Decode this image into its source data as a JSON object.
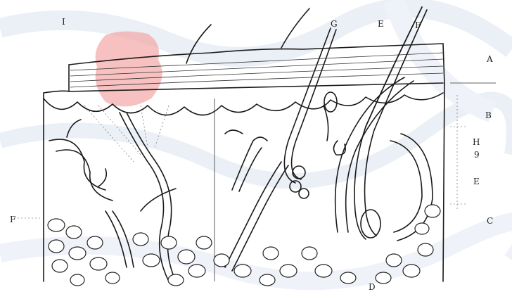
{
  "labels": {
    "A": "A",
    "B": "B",
    "C": "C",
    "D": "D",
    "E": "E",
    "F": "F",
    "G": "G",
    "H": "H",
    "E2": "E",
    "F2": "F",
    "I": "I",
    "nine": "9"
  },
  "colors": {
    "background": "#ffffff",
    "watermark": "#dbe3f0",
    "highlight": "#f3a7a7",
    "ink": "#1a1a1a"
  }
}
